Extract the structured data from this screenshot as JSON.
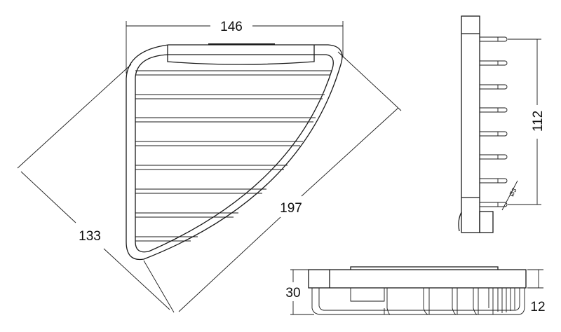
{
  "dimensions": {
    "width": "146",
    "diagonal": "197",
    "depth": "133",
    "wire_span": "112",
    "wire_diameter": "Ø3",
    "height": "30",
    "basket_height": "12"
  }
}
